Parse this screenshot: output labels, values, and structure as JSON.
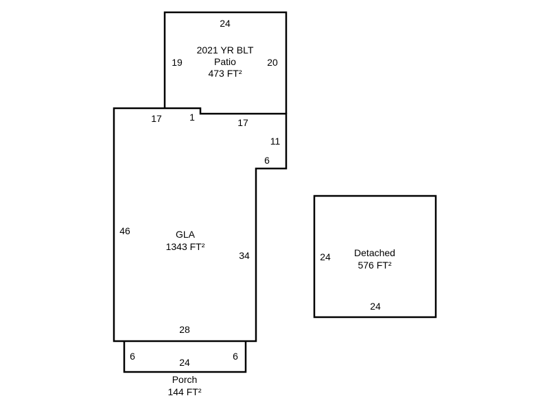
{
  "patio": {
    "line1": "2021 YR BLT",
    "line2": "Patio",
    "area": "473 FT²",
    "dim_top": "24",
    "dim_left": "19",
    "dim_right": "20"
  },
  "gla": {
    "name": "GLA",
    "area": "1343 FT²",
    "dim_top_left": "17",
    "dim_step": "1",
    "dim_top_right": "17",
    "dim_right_upper": "11",
    "dim_notch": "6",
    "dim_right_lower": "34",
    "dim_left": "46",
    "dim_bottom": "28"
  },
  "porch": {
    "name": "Porch",
    "area": "144 FT²",
    "dim_left": "6",
    "dim_right": "6",
    "dim_bottom": "24"
  },
  "detached": {
    "name": "Detached",
    "area": "576 FT²",
    "dim_left": "24",
    "dim_bottom": "24"
  }
}
